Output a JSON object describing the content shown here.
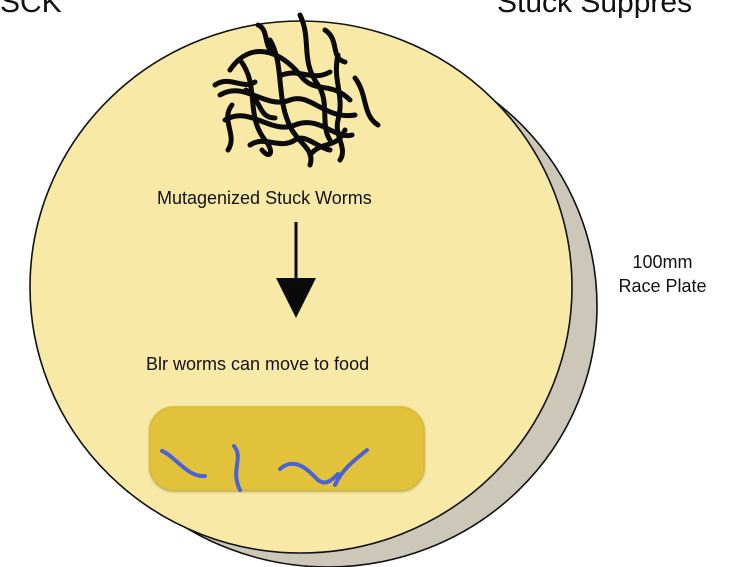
{
  "header": {
    "left_cut_text": "SCK",
    "right_cut_text": "Stuck Suppres"
  },
  "diagram": {
    "worm_source_label": "Mutagenized Stuck Worms",
    "result_label": "Blr worms can move to food",
    "plate_size": "100mm",
    "plate_type": "Race Plate"
  },
  "colors": {
    "plate_fill": "#f8eaa6",
    "plate_shadow": "#cdc7b9",
    "food_fill": "#e3c23b",
    "worm_dark": "#0a0a0a",
    "worm_blue": "#4a62d6"
  },
  "icons": {
    "arrow": "down-arrow-icon",
    "worm_clump": "worm-clump-icon",
    "moving_worm": "worm-icon"
  }
}
